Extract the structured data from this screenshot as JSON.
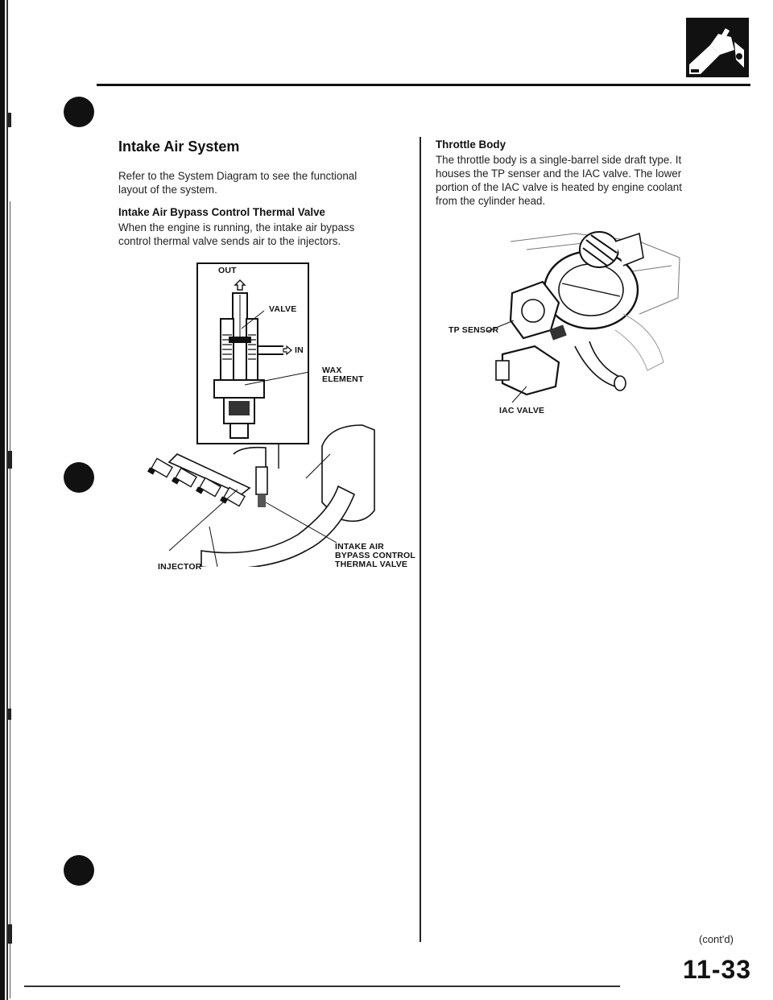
{
  "left_column": {
    "title": "Intake Air System",
    "intro_line1": "Refer to the System Diagram to see the functional",
    "intro_line2": "layout of the system.",
    "bypass_heading": "Intake Air Bypass Control Thermal Valve",
    "bypass_line1": "When the engine is running, the intake air bypass",
    "bypass_line2": "control thermal valve sends air to the injectors."
  },
  "valve_figure": {
    "out_label": "OUT",
    "valve_label": "VALVE",
    "in_label": "IN",
    "wax_line1": "WAX",
    "wax_line2": "ELEMENT"
  },
  "intake_figure": {
    "bypass_line1": "INTAKE AIR",
    "bypass_line2": "BYPASS CONTROL",
    "bypass_line3": "THERMAL VALVE",
    "injector_label": "INJECTOR"
  },
  "right_column": {
    "heading": "Throttle Body",
    "line1": "The throttle body is a single-barrel side draft type. It",
    "line2": "houses the TP senser and the IAC valve. The lower",
    "line3": "portion of the IAC valve is heated by engine coolant",
    "line4": "from the cylinder head."
  },
  "throttle_figure": {
    "tp_sensor_label": "TP SENSOR",
    "iac_valve_label": "IAC VALVE"
  },
  "footer": {
    "continued": "(cont'd)",
    "page_number": "11-33"
  }
}
